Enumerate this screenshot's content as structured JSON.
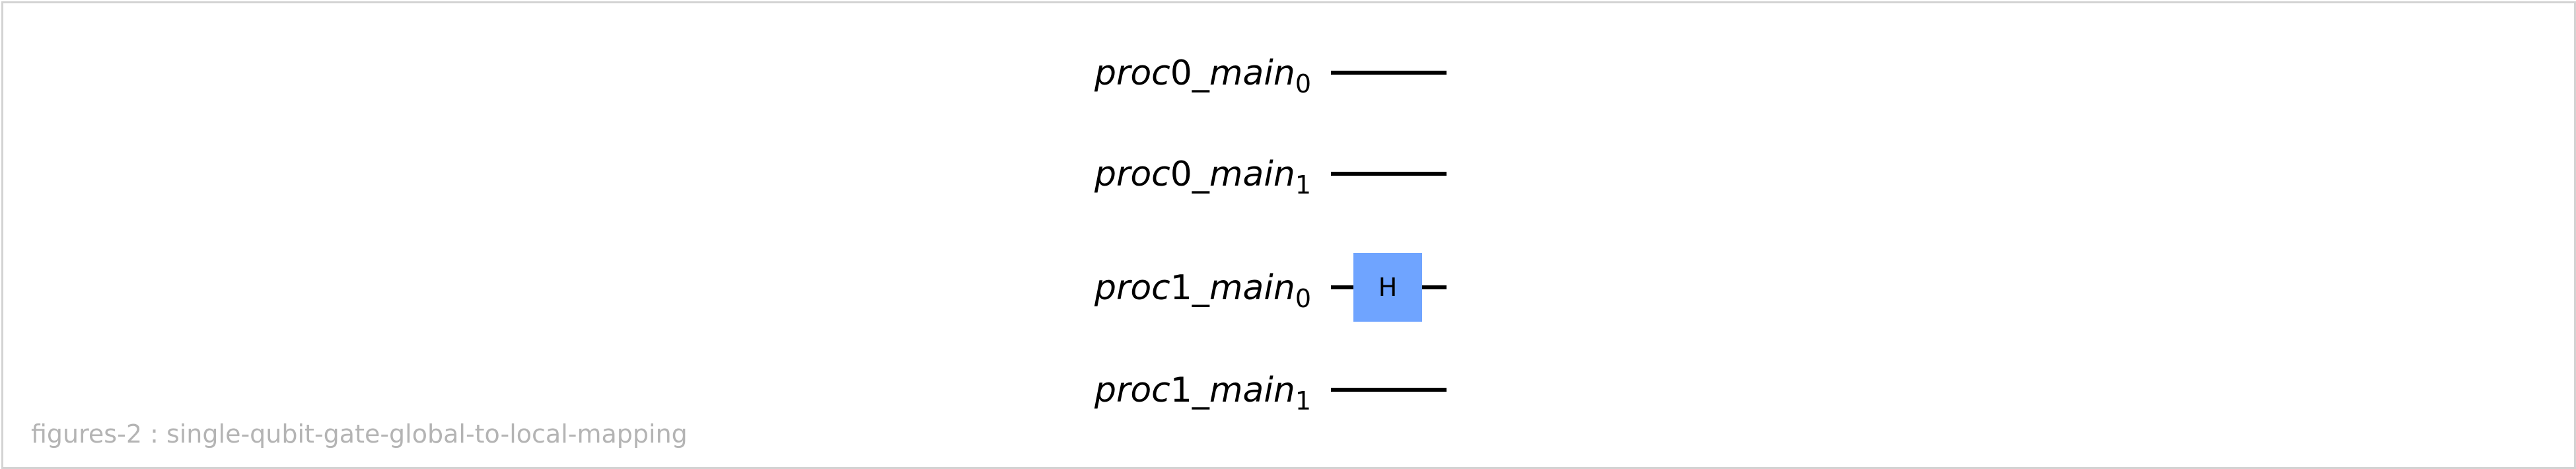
{
  "caption": "figures-2 : single-qubit-gate-global-to-local-mapping",
  "qubits": [
    {
      "proc": "proc",
      "proc_index": "0",
      "sep": "_",
      "name": "main",
      "sub": "0"
    },
    {
      "proc": "proc",
      "proc_index": "0",
      "sep": "_",
      "name": "main",
      "sub": "1"
    },
    {
      "proc": "proc",
      "proc_index": "1",
      "sep": "_",
      "name": "main",
      "sub": "0"
    },
    {
      "proc": "proc",
      "proc_index": "1",
      "sep": "_",
      "name": "main",
      "sub": "1"
    }
  ],
  "gates": [
    {
      "label": "H",
      "qubit": 2,
      "color": "#6fa4ff"
    }
  ],
  "colors": {
    "wire": "#000000",
    "frame": "#d3d3d3",
    "caption": "#b4b4b4"
  }
}
